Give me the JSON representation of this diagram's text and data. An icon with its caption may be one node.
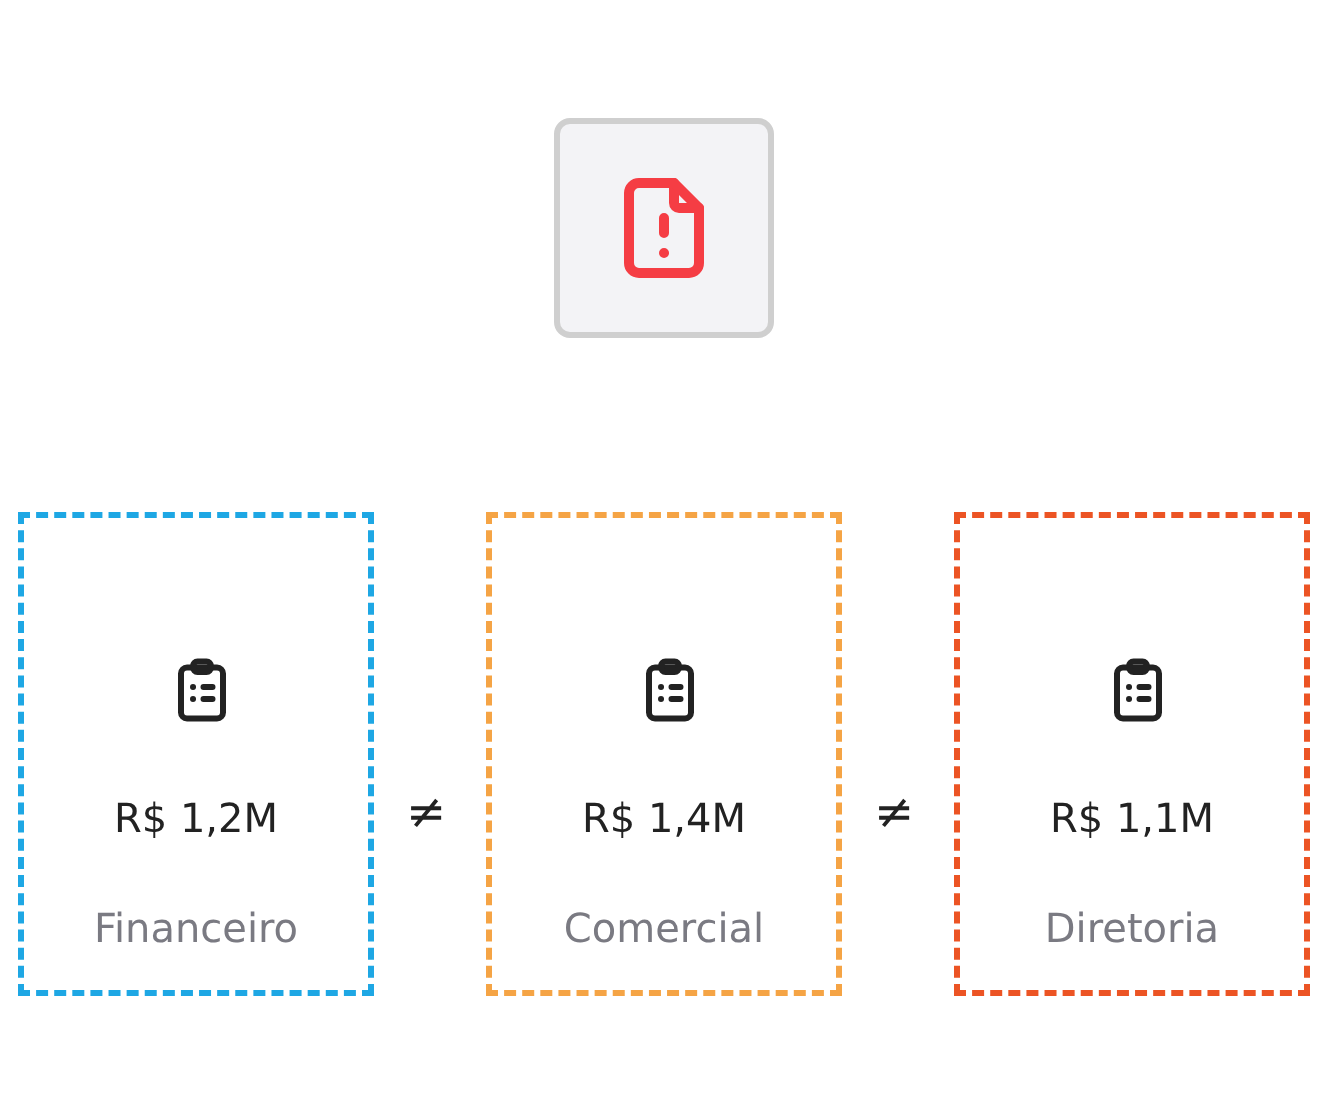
{
  "diagram": {
    "nodes": [
      {
        "text": [],
        "shape": "box"
      },
      {
        "text": [
          "R$ 1,2M",
          "Financeiro"
        ]
      },
      {
        "text": [
          "R$ 1,4M",
          "Comercial"
        ]
      },
      {
        "text": [
          "R$ 1,1M",
          "Diretoria"
        ]
      }
    ],
    "labels": [
      "≠",
      "≠"
    ]
  }
}
